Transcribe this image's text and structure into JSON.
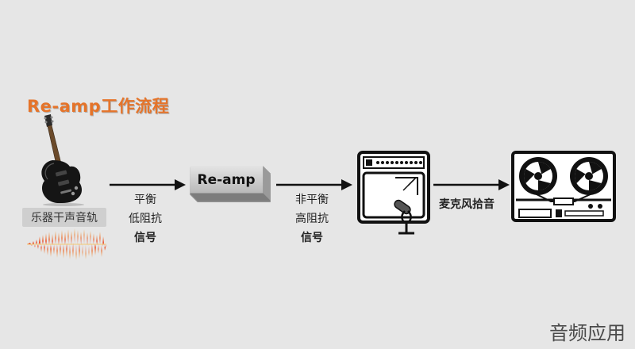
{
  "title": "Re-amp工作流程",
  "guitar_caption": "乐器干声音轨",
  "reamp_label": "Re-amp",
  "signal_in": {
    "line1": "平衡",
    "line2": "低阻抗",
    "line3": "信号"
  },
  "signal_out": {
    "line1": "非平衡",
    "line2": "高阻抗",
    "line3": "信号"
  },
  "mic_label": "麦克风拾音",
  "watermark": "音频应用",
  "colors": {
    "title": "#e5742a",
    "background": "#e6e6e6",
    "arrow": "#111111"
  }
}
